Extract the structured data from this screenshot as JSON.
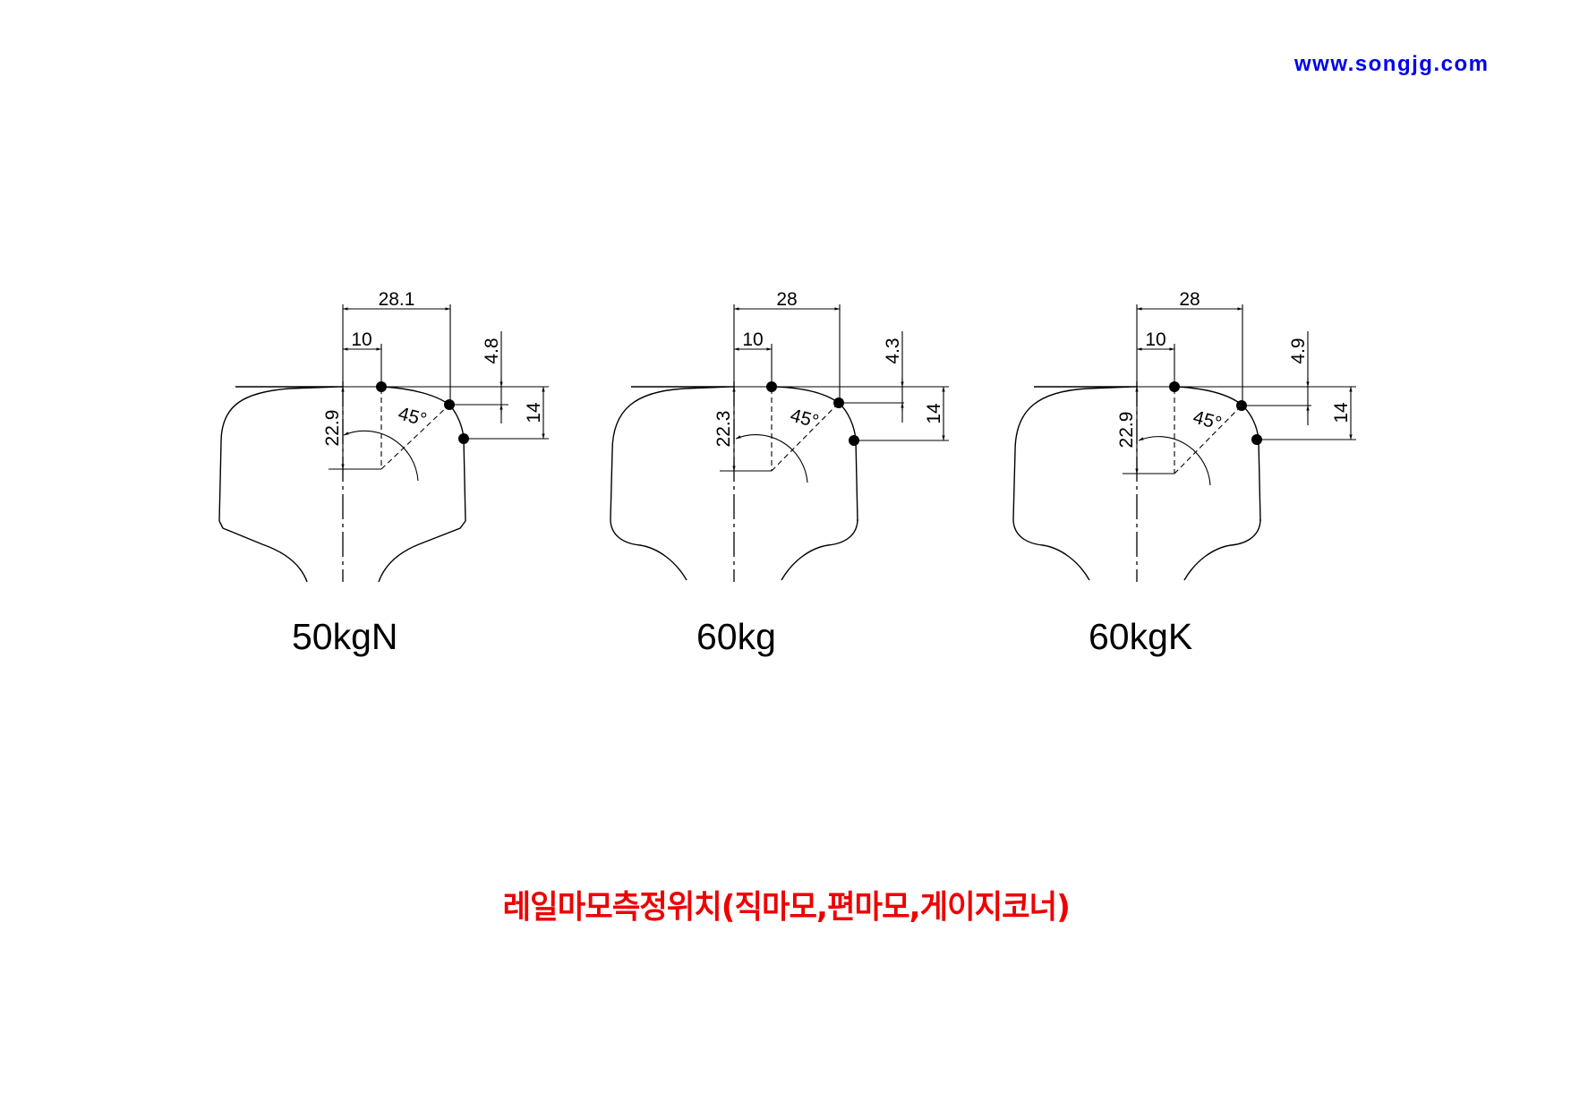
{
  "header": {
    "website": "www.songjg.com",
    "website_color": "#0000ee"
  },
  "title": {
    "text": "레일마모측정위치(직마모,편마모,게이지코너)",
    "color": "#ee0000"
  },
  "rails": [
    {
      "label": "50kgN",
      "dims": {
        "width_outer": "28.1",
        "width_inner": "10",
        "height_center": "22.9",
        "height_gauge": "4.8",
        "height_side": "14",
        "angle": "45°"
      }
    },
    {
      "label": "60kg",
      "dims": {
        "width_outer": "28",
        "width_inner": "10",
        "height_center": "22.3",
        "height_gauge": "4.3",
        "height_side": "14",
        "angle": "45°"
      }
    },
    {
      "label": "60kgK",
      "dims": {
        "width_outer": "28",
        "width_inner": "10",
        "height_center": "22.9",
        "height_gauge": "4.9",
        "height_side": "14",
        "angle": "45°"
      }
    }
  ]
}
